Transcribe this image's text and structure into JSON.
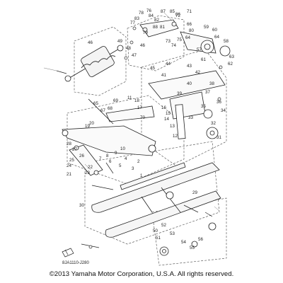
{
  "diagram_code": "8JA1110-J280",
  "copyright": "©2013 Yamaha Motor Corporation, U.S.A. All rights reserved.",
  "callouts": [
    {
      "id": "c1",
      "label": "78"
    },
    {
      "id": "c2",
      "label": "76"
    },
    {
      "id": "c3",
      "label": "87"
    },
    {
      "id": "c4",
      "label": "85"
    },
    {
      "id": "c5",
      "label": "86"
    },
    {
      "id": "c6",
      "label": "71"
    },
    {
      "id": "c7",
      "label": "77"
    },
    {
      "id": "c8",
      "label": "66"
    },
    {
      "id": "c9",
      "label": "80"
    },
    {
      "id": "c10",
      "label": "64"
    },
    {
      "id": "c11",
      "label": "59"
    },
    {
      "id": "c12",
      "label": "60"
    },
    {
      "id": "c13",
      "label": "64"
    },
    {
      "id": "c14",
      "label": "58"
    },
    {
      "id": "c15",
      "label": "63"
    },
    {
      "id": "c16",
      "label": "62"
    },
    {
      "id": "c17",
      "label": "61"
    },
    {
      "id": "c18",
      "label": "57"
    },
    {
      "id": "c19",
      "label": "46"
    },
    {
      "id": "c20",
      "label": "49"
    },
    {
      "id": "c21",
      "label": "48"
    },
    {
      "id": "c22",
      "label": "47"
    },
    {
      "id": "c23",
      "label": "46"
    },
    {
      "id": "c24",
      "label": "45"
    },
    {
      "id": "c25",
      "label": "44"
    },
    {
      "id": "c26",
      "label": "43"
    },
    {
      "id": "c27",
      "label": "41"
    },
    {
      "id": "c28",
      "label": "42"
    },
    {
      "id": "c29",
      "label": "65"
    },
    {
      "id": "c30",
      "label": "69"
    },
    {
      "id": "c31",
      "label": "68"
    },
    {
      "id": "c32",
      "label": "67"
    },
    {
      "id": "c33",
      "label": "40"
    },
    {
      "id": "c34",
      "label": "39"
    },
    {
      "id": "c35",
      "label": "38"
    },
    {
      "id": "c36",
      "label": "37"
    },
    {
      "id": "c37",
      "label": "36"
    },
    {
      "id": "c38",
      "label": "35"
    },
    {
      "id": "c39",
      "label": "34"
    },
    {
      "id": "c40",
      "label": "33"
    },
    {
      "id": "c41",
      "label": "32"
    },
    {
      "id": "c42",
      "label": "31"
    },
    {
      "id": "c43",
      "label": "30"
    },
    {
      "id": "c44",
      "label": "29"
    },
    {
      "id": "c45",
      "label": "28"
    },
    {
      "id": "c46",
      "label": "27"
    },
    {
      "id": "c47",
      "label": "26"
    },
    {
      "id": "c48",
      "label": "25"
    },
    {
      "id": "c49",
      "label": "24"
    },
    {
      "id": "c50",
      "label": "23"
    },
    {
      "id": "c51",
      "label": "22"
    },
    {
      "id": "c52",
      "label": "21"
    },
    {
      "id": "c53",
      "label": "20"
    },
    {
      "id": "c54",
      "label": "19"
    },
    {
      "id": "c55",
      "label": "18"
    },
    {
      "id": "c56",
      "label": "17"
    },
    {
      "id": "c57",
      "label": "16"
    },
    {
      "id": "c58",
      "label": "15"
    },
    {
      "id": "c59",
      "label": "14"
    },
    {
      "id": "c60",
      "label": "13"
    },
    {
      "id": "c61",
      "label": "12"
    },
    {
      "id": "c62",
      "label": "11"
    },
    {
      "id": "c63",
      "label": "10"
    },
    {
      "id": "c64",
      "label": "9"
    },
    {
      "id": "c65",
      "label": "8"
    },
    {
      "id": "c66",
      "label": "7"
    },
    {
      "id": "c67",
      "label": "6"
    },
    {
      "id": "c68",
      "label": "5"
    },
    {
      "id": "c69",
      "label": "4"
    },
    {
      "id": "c70",
      "label": "3"
    },
    {
      "id": "c71",
      "label": "2"
    },
    {
      "id": "c72",
      "label": "1"
    },
    {
      "id": "c73",
      "label": "50"
    },
    {
      "id": "c74",
      "label": "51"
    },
    {
      "id": "c75",
      "label": "52"
    },
    {
      "id": "c76",
      "label": "53"
    },
    {
      "id": "c77",
      "label": "54"
    },
    {
      "id": "c78",
      "label": "55"
    },
    {
      "id": "c79",
      "label": "56"
    },
    {
      "id": "c80",
      "label": "70"
    },
    {
      "id": "c81",
      "label": "72"
    },
    {
      "id": "c82",
      "label": "73"
    },
    {
      "id": "c83",
      "label": "74"
    },
    {
      "id": "c84",
      "label": "75"
    },
    {
      "id": "c85",
      "label": "79"
    },
    {
      "id": "c86",
      "label": "81"
    },
    {
      "id": "c87",
      "label": "82"
    },
    {
      "id": "c88",
      "label": "83"
    },
    {
      "id": "c89",
      "label": "84"
    },
    {
      "id": "c90",
      "label": "88"
    }
  ]
}
